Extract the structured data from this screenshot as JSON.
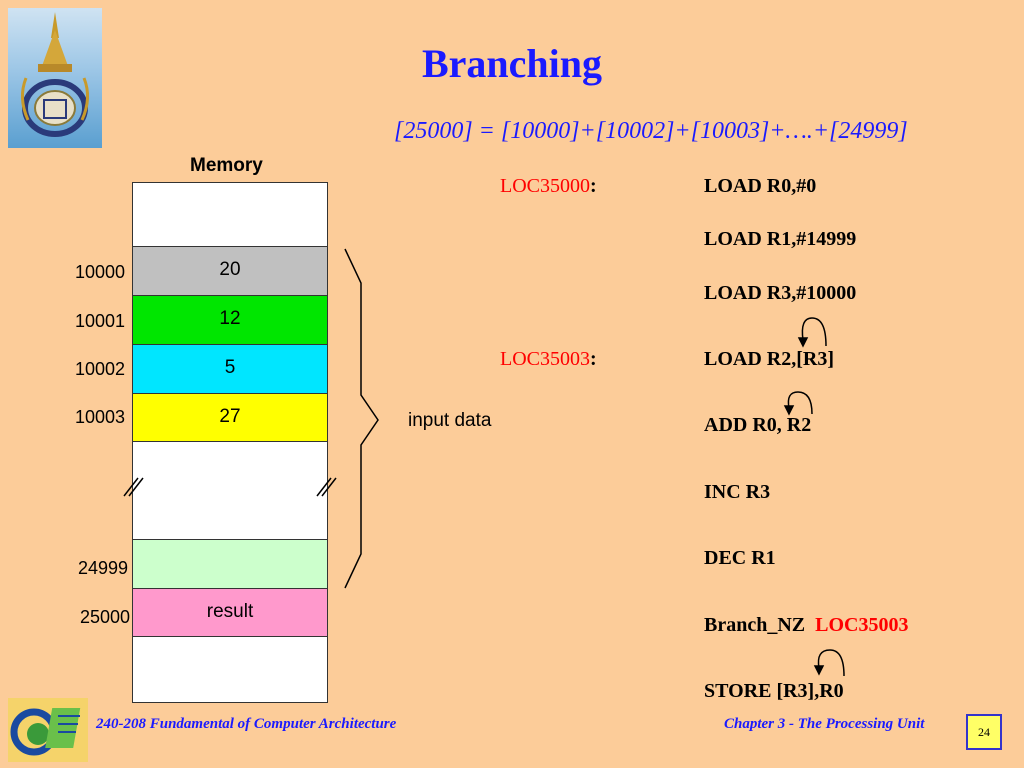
{
  "slide": {
    "title": "Branching",
    "formula": "[25000] = [10000]+[10002]+[10003]+….+[24999]"
  },
  "memory": {
    "heading": "Memory",
    "cells": [
      {
        "address": "",
        "value": "",
        "color": "#ffffff"
      },
      {
        "address": "10000",
        "value": "20",
        "color": "#c0c0c0"
      },
      {
        "address": "10001",
        "value": "12",
        "color": "#00e600"
      },
      {
        "address": "10002",
        "value": "5",
        "color": "#00e6ff"
      },
      {
        "address": "10003",
        "value": "27",
        "color": "#ffff00"
      },
      {
        "address": "",
        "value": "",
        "color": "#ffffff"
      },
      {
        "address": "24999",
        "value": "",
        "color": "#ccffcc"
      },
      {
        "address": "25000",
        "value": "result",
        "color": "#ff99cc"
      },
      {
        "address": "",
        "value": "",
        "color": "#ffffff"
      }
    ],
    "brace_label": "input data"
  },
  "code": {
    "labels": [
      {
        "name": "LOC35000",
        "colon": ":"
      },
      {
        "name": "LOC35003",
        "colon": ":"
      }
    ],
    "instructions": [
      "LOAD R0,#0",
      "LOAD R1,#14999",
      "LOAD R3,#10000",
      "LOAD R2,[R3]",
      "ADD R0, R2",
      "INC R3",
      "DEC R1",
      "Branch_NZ",
      "STORE [R3],R0"
    ],
    "branch_target": "LOC35003"
  },
  "footer": {
    "course": "240-208 Fundamental of Computer Architecture",
    "chapter": "Chapter 3 - The Processing Unit",
    "page": "24"
  },
  "colors": {
    "background": "#fccc99",
    "title": "#1a1aff",
    "label": "#ff0000"
  }
}
